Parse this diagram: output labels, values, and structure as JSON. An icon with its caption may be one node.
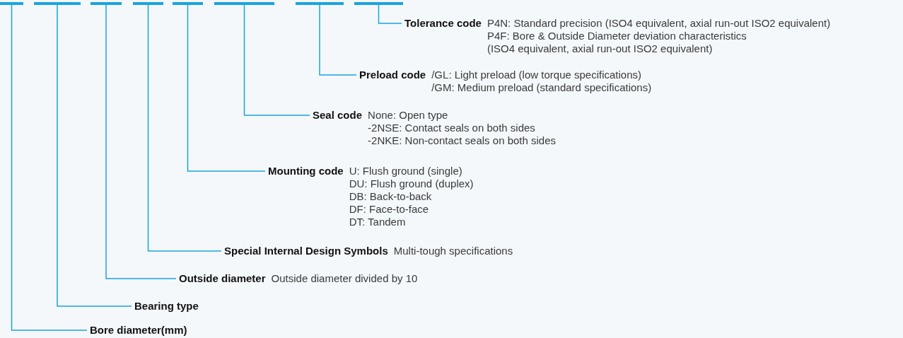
{
  "diagram": {
    "nodes": [
      {
        "text": [],
        "shape": "bar"
      },
      {
        "text": [],
        "shape": "bar"
      },
      {
        "text": [],
        "shape": "bar"
      },
      {
        "text": [],
        "shape": "bar"
      },
      {
        "text": [],
        "shape": "bar"
      },
      {
        "text": [],
        "shape": "bar"
      },
      {
        "text": [],
        "shape": "bar"
      },
      {
        "text": [],
        "shape": "bar"
      },
      {
        "text": [
          "Tolerance code",
          "P4N: Standard precision (ISO4 equivalent, axial run-out ISO2 equivalent)",
          "P4F: Bore & Outside Diameter deviation characteristics (ISO4 equivalent, axial run-out ISO2 equivalent)"
        ]
      },
      {
        "text": [
          "Preload code",
          "/GL: Light preload (low torque specifications)",
          "/GM: Medium preload (standard specifications)"
        ]
      },
      {
        "text": [
          "Seal code",
          "None: Open type",
          "-2NSE: Contact seals on both sides",
          "-2NKE: Non-contact seals on both sides"
        ]
      },
      {
        "text": [
          "Mounting code",
          "U: Flush ground (single)",
          "DU: Flush ground (duplex)",
          "DB: Back-to-back",
          "DF: Face-to-face",
          "DT: Tandem"
        ]
      },
      {
        "text": [
          "Special Internal Design Symbols",
          "Multi-tough specifications"
        ]
      },
      {
        "text": [
          "Outside diameter",
          "Outside diameter divided by 10"
        ]
      },
      {
        "text": [
          "Bearing type"
        ]
      },
      {
        "text": [
          "Bore diameter(mm)"
        ]
      }
    ],
    "edges": [
      {
        "from": 7,
        "to": 8,
        "arrow": "none"
      },
      {
        "from": 6,
        "to": 9,
        "arrow": "none"
      },
      {
        "from": 5,
        "to": 10,
        "arrow": "none"
      },
      {
        "from": 4,
        "to": 11,
        "arrow": "none"
      },
      {
        "from": 3,
        "to": 12,
        "arrow": "none"
      },
      {
        "from": 2,
        "to": 13,
        "arrow": "none"
      },
      {
        "from": 1,
        "to": 14,
        "arrow": "none"
      },
      {
        "from": 0,
        "to": 15,
        "arrow": "none"
      }
    ]
  }
}
